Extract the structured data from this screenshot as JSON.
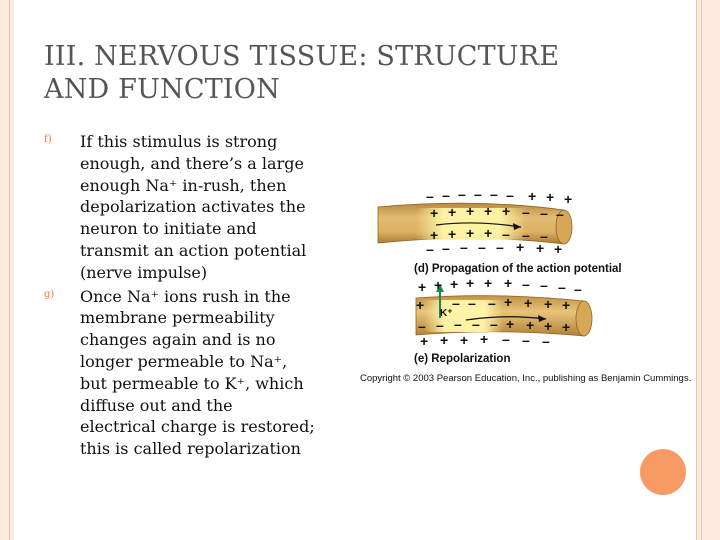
{
  "slide": {
    "title_line1": "III. NERVOUS TISSUE: STRUCTURE",
    "title_line2": "AND FUNCTION",
    "accent_color": "#f07c42",
    "bullets": [
      {
        "marker": "f)",
        "lines": [
          "If this stimulus is strong",
          "enough, and there’s a large",
          "enough Na⁺ in-rush, then",
          "depolarization activates the",
          "neuron to initiate and",
          "transmit an action potential",
          "(nerve impulse)"
        ]
      },
      {
        "marker": "g)",
        "lines": [
          "Once Na⁺ ions rush in the",
          "membrane permeability",
          "changes again and is no",
          "longer permeable to Na⁺,",
          "but permeable to K⁺, which",
          "diffuse out and the",
          "electrical charge is restored;",
          "this is called repolarization"
        ]
      }
    ]
  },
  "figure": {
    "caption_d": "(d) Propagation of the action potential",
    "caption_e": "(e) Repolarization",
    "k_label": "K⁺",
    "copyright": "Copyright © 2003 Pearson Education, Inc., publishing as Benjamin Cummings."
  }
}
